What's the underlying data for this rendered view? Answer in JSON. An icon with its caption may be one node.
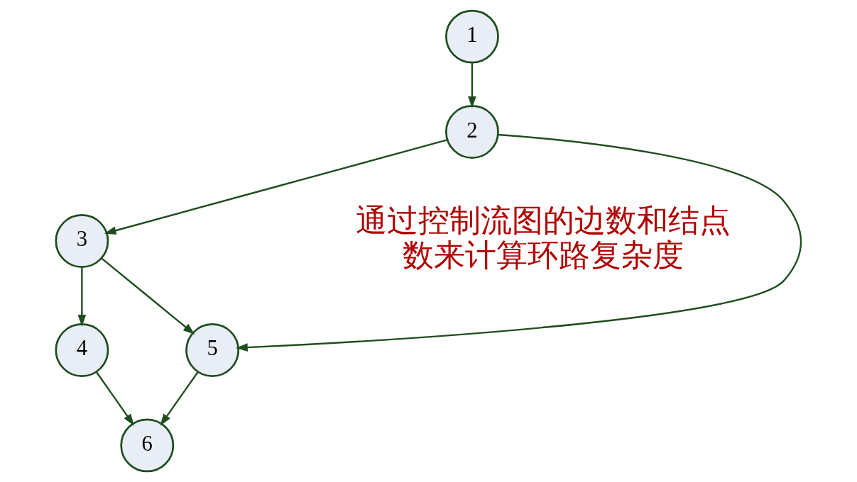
{
  "diagram": {
    "nodes": [
      {
        "text": [
          "1"
        ]
      },
      {
        "text": [
          "2"
        ]
      },
      {
        "text": [
          "3"
        ]
      },
      {
        "text": [
          "4"
        ]
      },
      {
        "text": [
          "5"
        ]
      },
      {
        "text": [
          "6"
        ]
      }
    ],
    "edges": [
      {
        "from": 0,
        "to": 1,
        "arrow": "to"
      },
      {
        "from": 1,
        "to": 2,
        "arrow": "to"
      },
      {
        "from": 1,
        "to": 4,
        "arrow": "to"
      },
      {
        "from": 2,
        "to": 4,
        "arrow": "to"
      },
      {
        "from": 2,
        "to": 3,
        "arrow": "to"
      },
      {
        "from": 3,
        "to": 5,
        "arrow": "to"
      },
      {
        "from": 4,
        "to": 5,
        "arrow": "to"
      }
    ],
    "labels": [
      "通过控制流图的边数和结点数来计算环路复杂度"
    ]
  }
}
